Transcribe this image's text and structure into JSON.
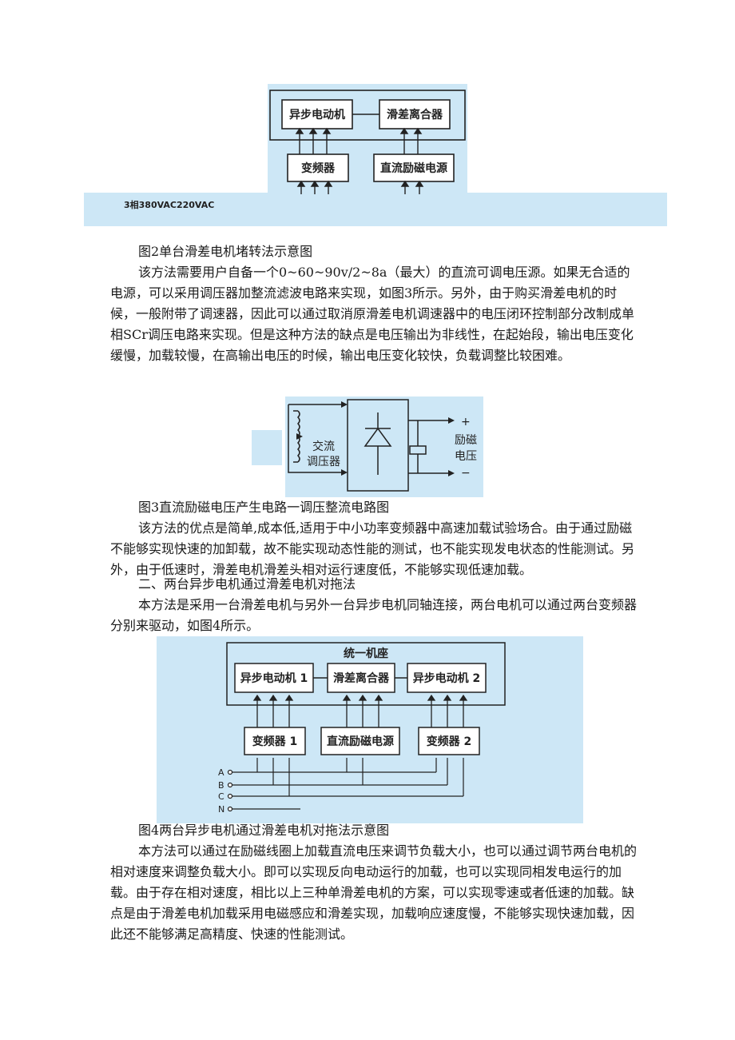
{
  "figure2": {
    "box_async_motor": "异步电动机",
    "box_slip_clutch": "滑差离合器",
    "box_inverter": "变频器",
    "box_dc_excitation": "直流励磁电源",
    "supply_label": "3相380VAC220VAC"
  },
  "caption2": "图2单台滑差电机堵转法示意图",
  "para1": "该方法需要用户自备一个0~60~90v/2~8a（最大）的直流可调电压源。如果无合适的电源，可以采用调压器加整流滤波电路来实现，如图3所示。另外，由于购买滑差电机的时候，一般附带了调速器，因此可以通过取消原滑差电机调速器中的电压闭环控制部分改制成单相SCr调压电路来实现。但是这种方法的缺点是电压输出为非线性，在起始段，输出电压变化缓慢，加载较慢，在高输出电压的时候，输出电压变化较快，负载调整比较困难。",
  "figure3": {
    "ac_regulator_line1": "交流",
    "ac_regulator_line2": "调压器",
    "plus": "+",
    "minus": "−",
    "excitation_line1": "励磁",
    "excitation_line2": "电压"
  },
  "caption3": "图3直流励磁电压产生电路一调压整流电路图",
  "para2": "该方法的优点是简单,成本低,适用于中小功率变频器中高速加载试验场合。由于通过励磁不能够实现快速的加卸载，故不能实现动态性能的测试，也不能实现发电状态的性能测试。另外，由于低速时，滑差电机滑差头相对运行速度低，不能够实现低速加载。",
  "heading2": "二、两台异步电机通过滑差电机对拖法",
  "para3": "本方法是采用一台滑差电机与另外一台异步电机同轴连接，两台电机可以通过两台变频器分别来驱动，如图4所示。",
  "figure4": {
    "base_label": "统一机座",
    "box_motor1": "异步电动机 1",
    "box_slip_clutch": "滑差离合器",
    "box_motor2": "异步电动机 2",
    "box_inverter1": "变频器 1",
    "box_dc_excitation": "直流励磁电源",
    "box_inverter2": "变频器 2",
    "line_a": "A",
    "line_b": "B",
    "line_c": "C",
    "line_n": "N"
  },
  "caption4": "图4两台异步电机通过滑差电机对拖法示意图",
  "para4": "本方法可以通过在励磁线圈上加载直流电压来调节负载大小，也可以通过调节两台电机的相对速度来调整负载大小。即可以实现反向电动运行的加载，也可以实现同相发电运行的加载。由于存在相对速度，相比以上三种单滑差电机的方案，可以实现零速或者低速的加载。缺点是由于滑差电机加载采用电磁感应和滑差实现，加载响应速度慢，不能够实现快速加载，因此还不能够满足高精度、快速的性能测试。",
  "colors": {
    "figure_bg": "#cde7f6",
    "line": "#222222"
  }
}
